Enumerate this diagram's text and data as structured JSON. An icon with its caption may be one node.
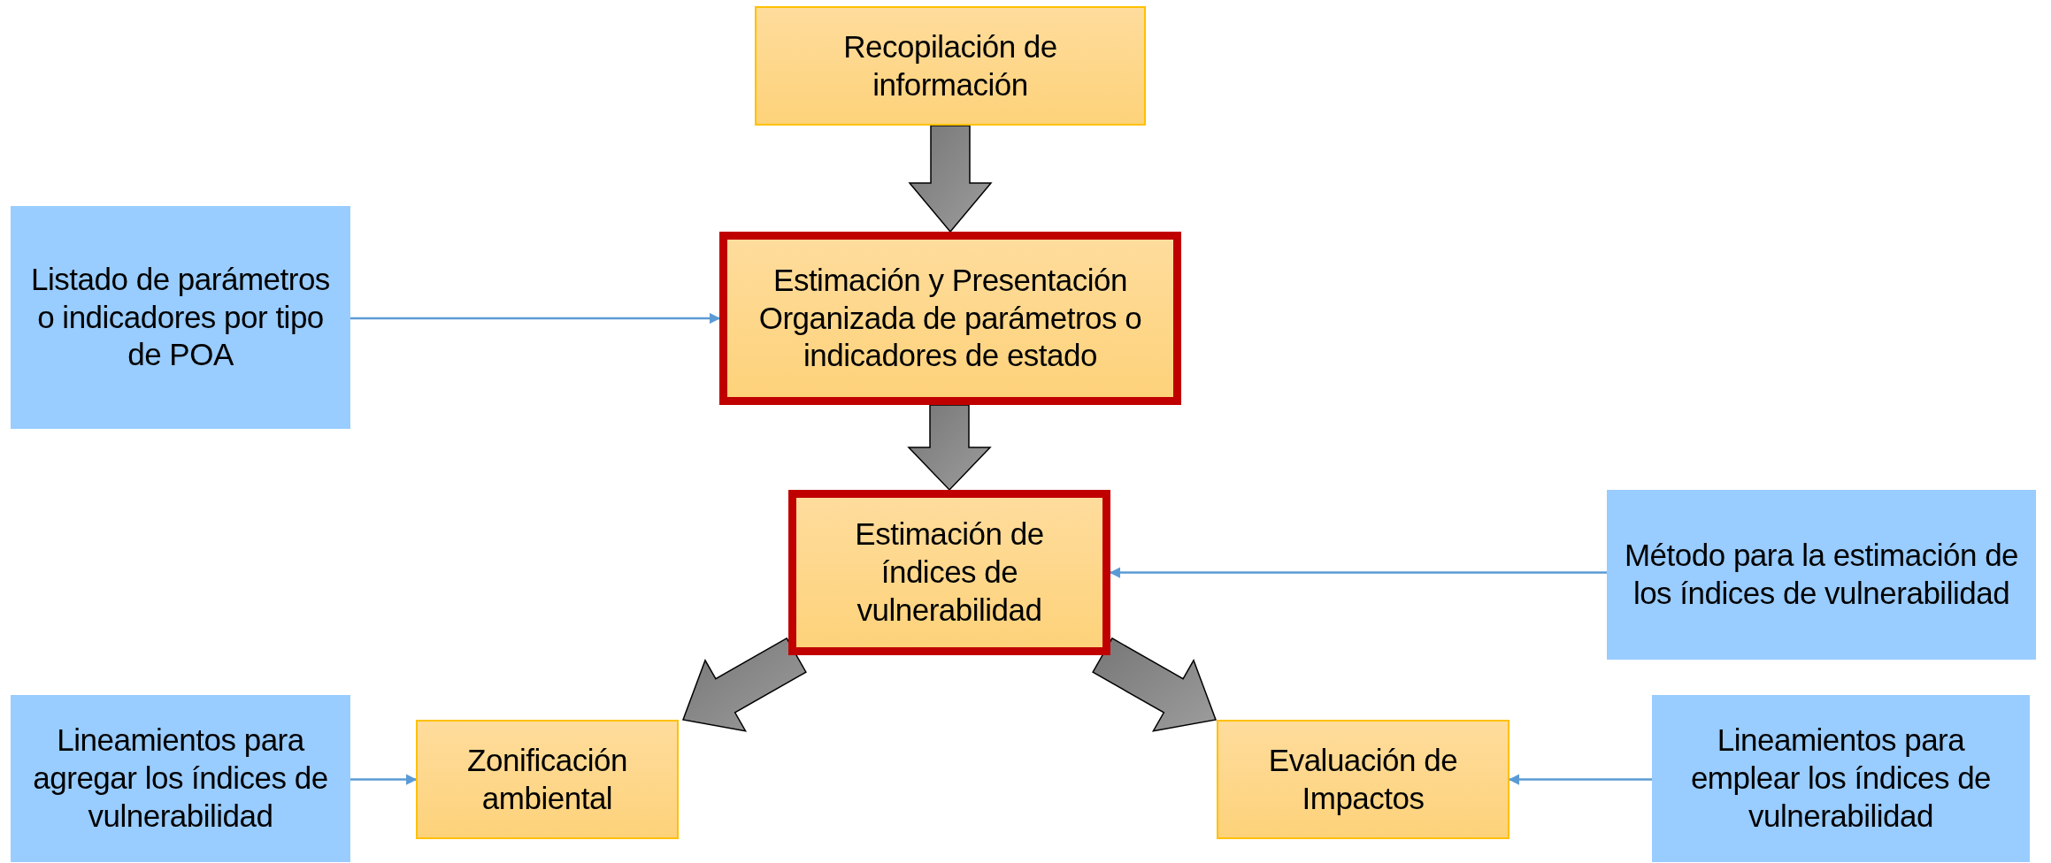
{
  "diagram": {
    "nodes": [
      {
        "text": [
          "Recopilación de información"
        ]
      },
      {
        "text": [
          "Listado de parámetros o indicadores por tipo de POA"
        ]
      },
      {
        "text": [
          "Estimación y Presentación Organizada de parámetros o indicadores de estado"
        ]
      },
      {
        "text": [
          "Estimación de índices de vulnerabilidad"
        ]
      },
      {
        "text": [
          "Método para la estimación de los índices de vulnerabilidad"
        ]
      },
      {
        "text": [
          "Lineamientos para agregar los índices de vulnerabilidad"
        ]
      },
      {
        "text": [
          "Zonificación ambiental"
        ]
      },
      {
        "text": [
          "Evaluación de Impactos"
        ]
      },
      {
        "text": [
          "Lineamientos para emplear los índices de vulnerabilidad"
        ]
      }
    ],
    "edges": [
      {
        "from": 0,
        "to": 2,
        "arrow": "to",
        "style": "thick",
        "color": "#888888"
      },
      {
        "from": 1,
        "to": 2,
        "arrow": "to"
      },
      {
        "from": 2,
        "to": 3,
        "arrow": "to",
        "style": "thick",
        "color": "#888888"
      },
      {
        "from": 4,
        "to": 3,
        "arrow": "to"
      },
      {
        "from": 3,
        "to": 6,
        "arrow": "to",
        "style": "thick",
        "color": "#888888"
      },
      {
        "from": 3,
        "to": 7,
        "arrow": "to",
        "style": "thick",
        "color": "#888888"
      },
      {
        "from": 5,
        "to": 6,
        "arrow": "to"
      },
      {
        "from": 8,
        "to": 7,
        "arrow": "to"
      }
    ]
  }
}
